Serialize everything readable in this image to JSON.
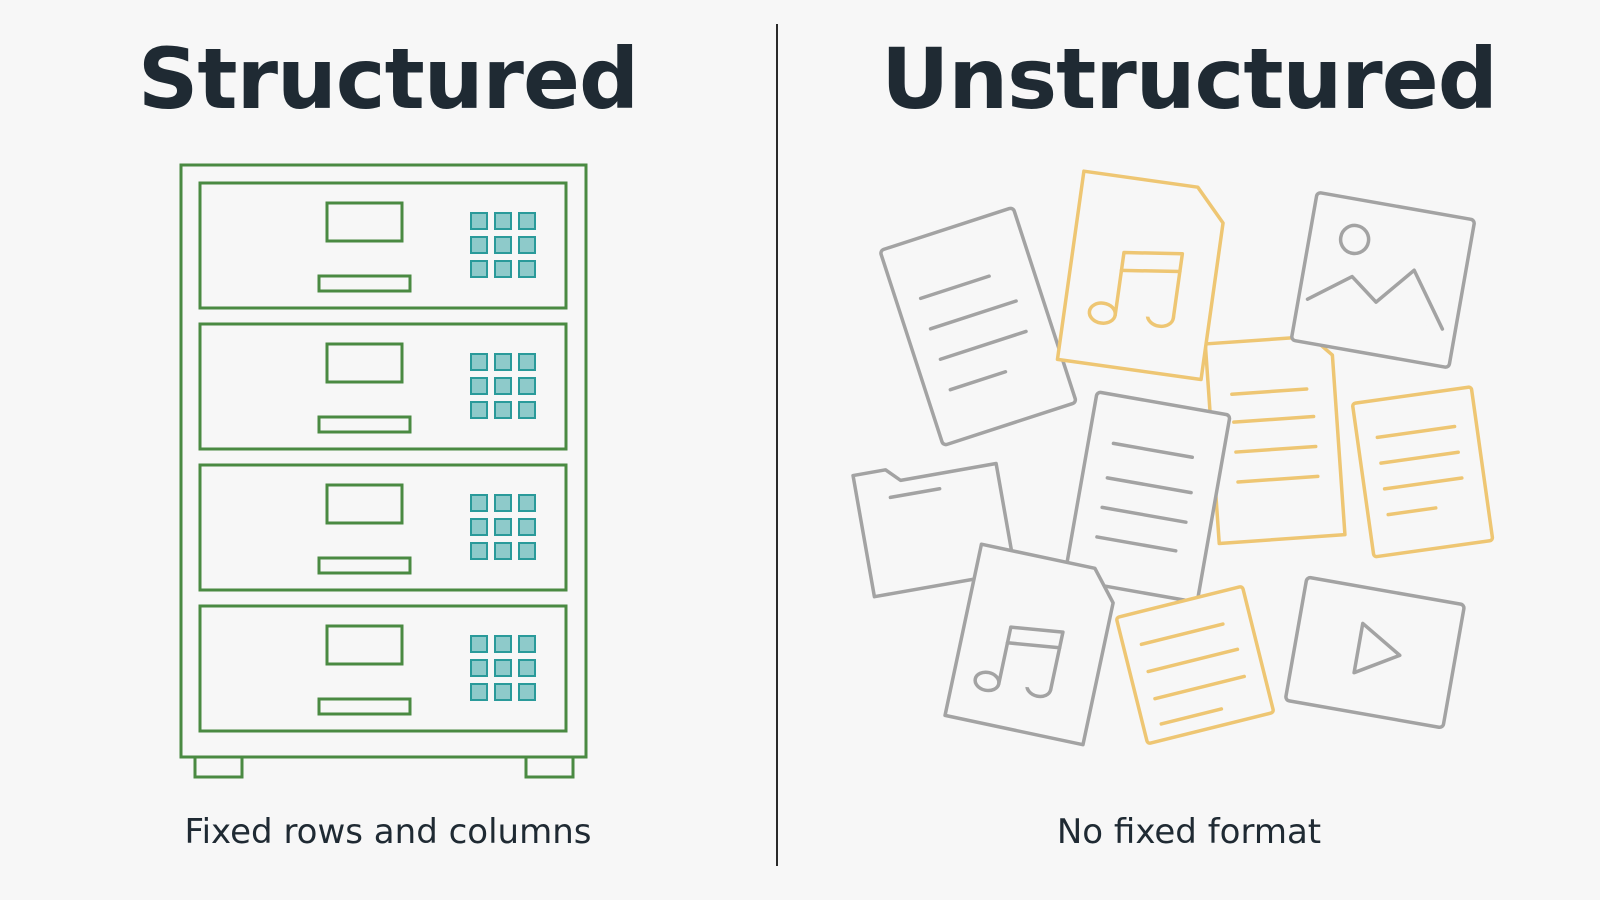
{
  "left": {
    "title": "Structured",
    "caption": "Fixed rows and columns",
    "illustration": "filing-cabinet",
    "drawer_count": 4,
    "colors": {
      "cabinet": "#4a8a42",
      "grid": "#2a9a9a"
    }
  },
  "right": {
    "title": "Unstructured",
    "caption": "No fixed format",
    "illustration": "scattered-files",
    "file_icons": [
      "document-icon",
      "music-file-icon",
      "image-file-icon",
      "folder-icon",
      "document-icon",
      "document-icon",
      "document-icon",
      "music-file-icon",
      "document-icon",
      "video-file-icon"
    ],
    "colors": {
      "gray": "#a3a3a3",
      "yellow": "#eec673"
    }
  }
}
